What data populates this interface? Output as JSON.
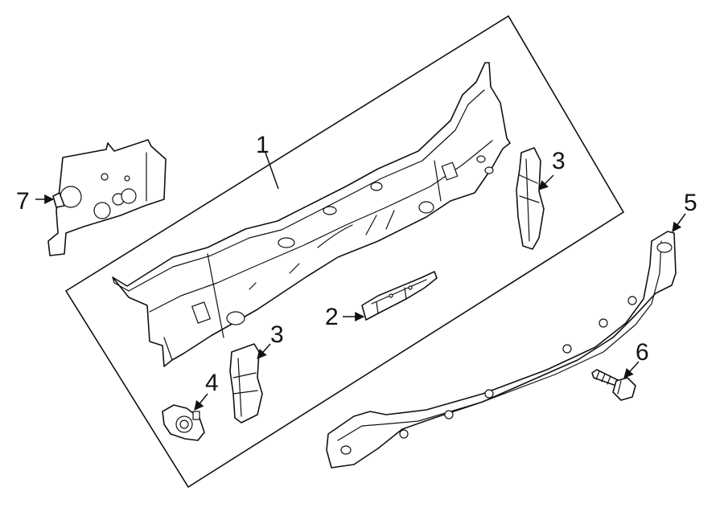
{
  "callouts": [
    {
      "id": "1",
      "label": "1"
    },
    {
      "id": "2",
      "label": "2"
    },
    {
      "id": "3a",
      "label": "3"
    },
    {
      "id": "3b",
      "label": "3"
    },
    {
      "id": "4",
      "label": "4"
    },
    {
      "id": "5",
      "label": "5"
    },
    {
      "id": "6",
      "label": "6"
    },
    {
      "id": "7",
      "label": "7"
    }
  ],
  "colors": {
    "line": "#111111",
    "background": "#ffffff"
  }
}
